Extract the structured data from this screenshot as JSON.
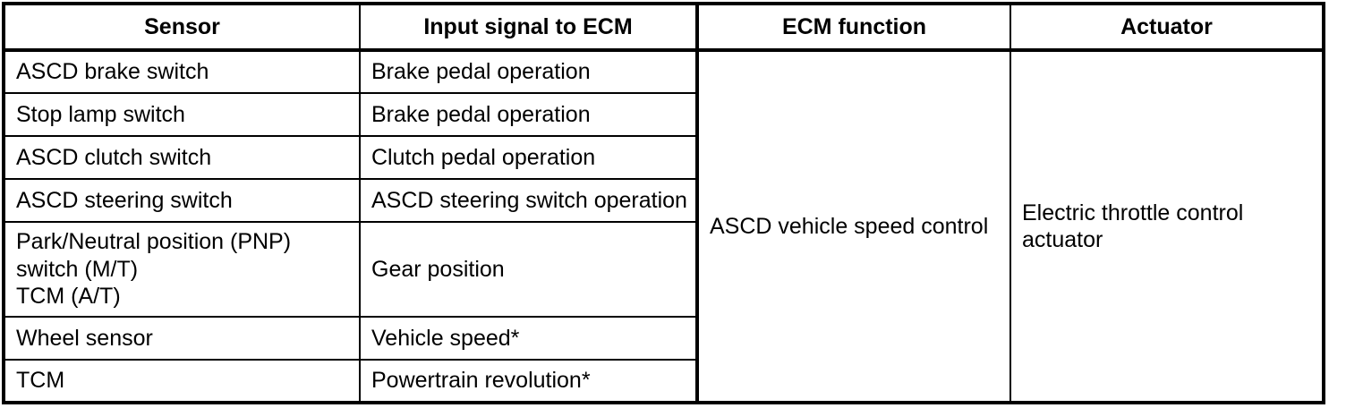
{
  "table": {
    "columns": [
      {
        "key": "sensor",
        "label": "Sensor"
      },
      {
        "key": "input",
        "label": "Input signal to ECM"
      },
      {
        "key": "function",
        "label": "ECM function"
      },
      {
        "key": "actuator",
        "label": "Actuator"
      }
    ],
    "rows": [
      {
        "sensor": "ASCD brake switch",
        "input": "Brake pedal operation"
      },
      {
        "sensor": "Stop lamp switch",
        "input": "Brake pedal operation"
      },
      {
        "sensor": "ASCD clutch switch",
        "input": "Clutch pedal operation"
      },
      {
        "sensor": "ASCD steering switch",
        "input": "ASCD steering switch operation"
      },
      {
        "sensor": "Park/Neutral position (PNP)\nswitch (M/T)\nTCM (A/T)",
        "input": "Gear position"
      },
      {
        "sensor": "Wheel sensor",
        "input": "Vehicle speed*"
      },
      {
        "sensor": "TCM",
        "input": "Powertrain revolution*"
      }
    ],
    "merged": {
      "ecm_function": "ASCD vehicle speed control",
      "actuator": "Electric throttle control\nactuator"
    }
  },
  "colors": {
    "border": "#000000",
    "text": "#000000",
    "background": "#ffffff"
  }
}
